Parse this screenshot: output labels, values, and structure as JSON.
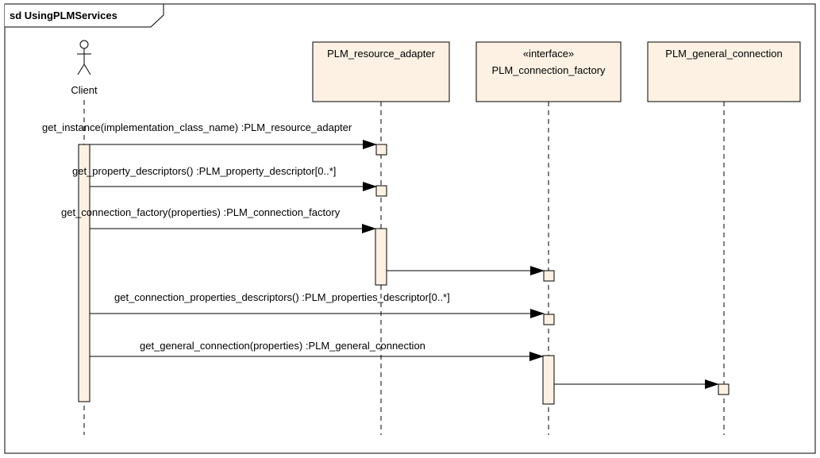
{
  "frame": {
    "title": "sd UsingPLMServices"
  },
  "actor": {
    "label": "Client"
  },
  "lifelines": [
    {
      "stereotype": "",
      "name": "PLM_resource_adapter"
    },
    {
      "stereotype": "«interface»",
      "name": "PLM_connection_factory"
    },
    {
      "stereotype": "",
      "name": "PLM_general_connection"
    }
  ],
  "messages": [
    {
      "label": "get_instance(implementation_class_name) :PLM_resource_adapter",
      "from": "Client",
      "to": "PLM_resource_adapter"
    },
    {
      "label": "get_property_descriptors() :PLM_property_descriptor[0..*]",
      "from": "Client",
      "to": "PLM_resource_adapter"
    },
    {
      "label": "get_connection_factory(properties) :PLM_connection_factory",
      "from": "Client",
      "to": "PLM_resource_adapter"
    },
    {
      "label": "",
      "from": "PLM_resource_adapter",
      "to": "PLM_connection_factory"
    },
    {
      "label": "get_connection_properties_descriptors() :PLM_properties_descriptor[0..*]",
      "from": "Client",
      "to": "PLM_connection_factory"
    },
    {
      "label": "get_general_connection(properties) :PLM_general_connection",
      "from": "Client",
      "to": "PLM_connection_factory"
    },
    {
      "label": "",
      "from": "PLM_connection_factory",
      "to": "PLM_general_connection"
    }
  ],
  "colors": {
    "box_fill": "#fdf1e3",
    "line": "#000000"
  }
}
